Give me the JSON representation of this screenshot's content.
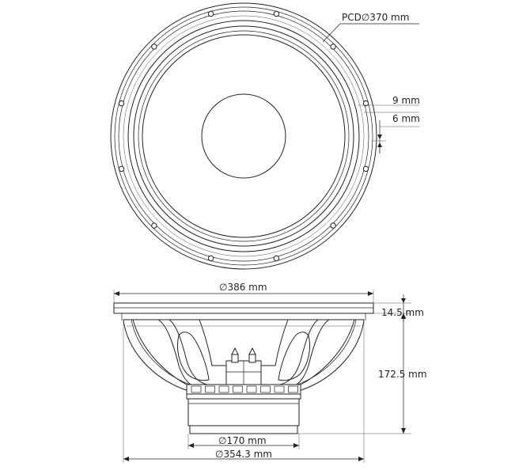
{
  "front_view": {
    "pcd_label": "PCD∅370 mm",
    "slot_length_label": "9 mm",
    "slot_width_label": "6 mm"
  },
  "side_view": {
    "overall_diameter_label": "∅386 mm",
    "flange_thickness_label": "14.5 mm",
    "depth_label": "172.5 mm",
    "magnet_diameter_label": "∅170 mm",
    "baffle_cutout_label": "∅354.3 mm"
  }
}
